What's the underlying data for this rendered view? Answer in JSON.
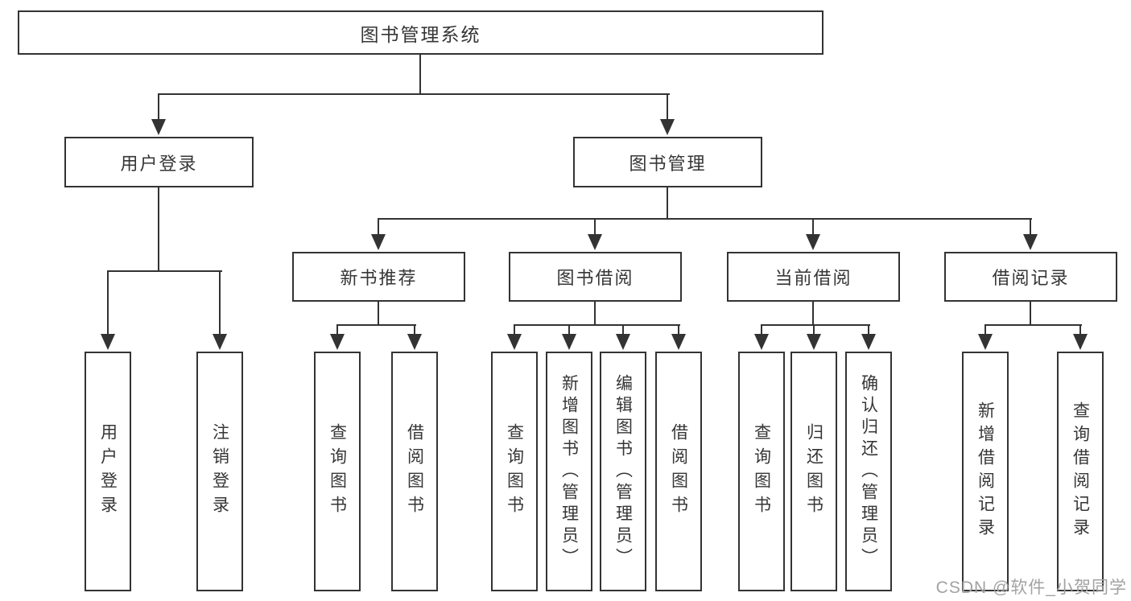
{
  "diagram": {
    "root": {
      "label": "图书管理系统"
    },
    "level2": [
      {
        "label": "用户登录"
      },
      {
        "label": "图书管理"
      }
    ],
    "level3": [
      {
        "label": "新书推荐"
      },
      {
        "label": "图书借阅"
      },
      {
        "label": "当前借阅"
      },
      {
        "label": "借阅记录"
      }
    ],
    "leaves": [
      {
        "label": "用户登录"
      },
      {
        "label": "注销登录"
      },
      {
        "label": "查询图书"
      },
      {
        "label": "借阅图书"
      },
      {
        "label": "查询图书"
      },
      {
        "label": "新增图书（管理员）"
      },
      {
        "label": "编辑图书（管理员）"
      },
      {
        "label": "借阅图书"
      },
      {
        "label": "查询图书"
      },
      {
        "label": "归还图书"
      },
      {
        "label": "确认归还（管理员）"
      },
      {
        "label": "新增借阅记录"
      },
      {
        "label": "查询借阅记录"
      }
    ],
    "watermark": {
      "text": "CSDN @软件_小贺同学"
    },
    "colors": {
      "line": "#333333",
      "text": "#363636",
      "box_background": "#ffffff",
      "watermark": "#a2a2a2",
      "background": "#ffffff"
    }
  }
}
